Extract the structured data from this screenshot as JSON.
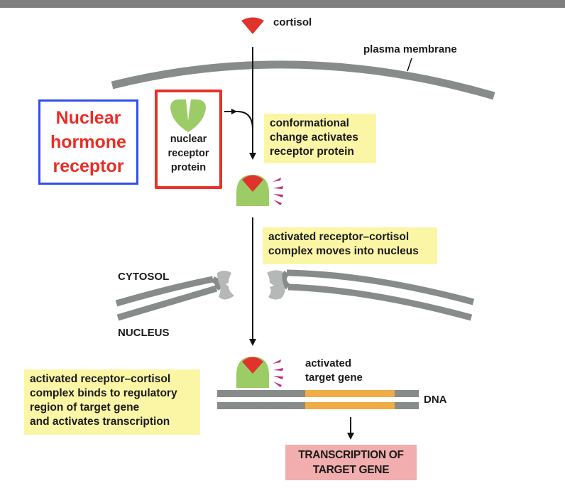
{
  "diagram": {
    "title_box": {
      "label": "Nuclear\nhormone\nreceptor"
    },
    "receptor_box": {
      "label": "nuclear\nreceptor\nprotein"
    },
    "labels": {
      "cortisol": "cortisol",
      "plasma_membrane": "plasma membrane",
      "cytosol": "CYTOSOL",
      "nucleus": "NUCLEUS",
      "activated_target_gene": "activated\ntarget gene",
      "dna": "DNA"
    },
    "notes": {
      "conformational": "conformational\nchange activates\nreceptor protein",
      "moves_into_nucleus": "activated receptor–cortisol\ncomplex moves into nucleus",
      "binds_regulatory": "activated receptor–cortisol\ncomplex binds to regulatory\nregion of target gene\nand activates transcription"
    },
    "output_box": {
      "label": "TRANSCRIPTION OF\nTARGET GENE"
    },
    "colors": {
      "cortisol": "#e0332b",
      "receptor": "#9ccc65",
      "membrane": "#878c8b",
      "pore": "#b5b8b6",
      "activation_marks": "#c2267e",
      "target_gene": "#f0ac45",
      "note_bg": "#fbf6a6",
      "output_bg": "#f2aeae",
      "title_border": "#2e4ef0",
      "title_text": "#ea2d25",
      "receptor_border": "#e8322a"
    }
  }
}
